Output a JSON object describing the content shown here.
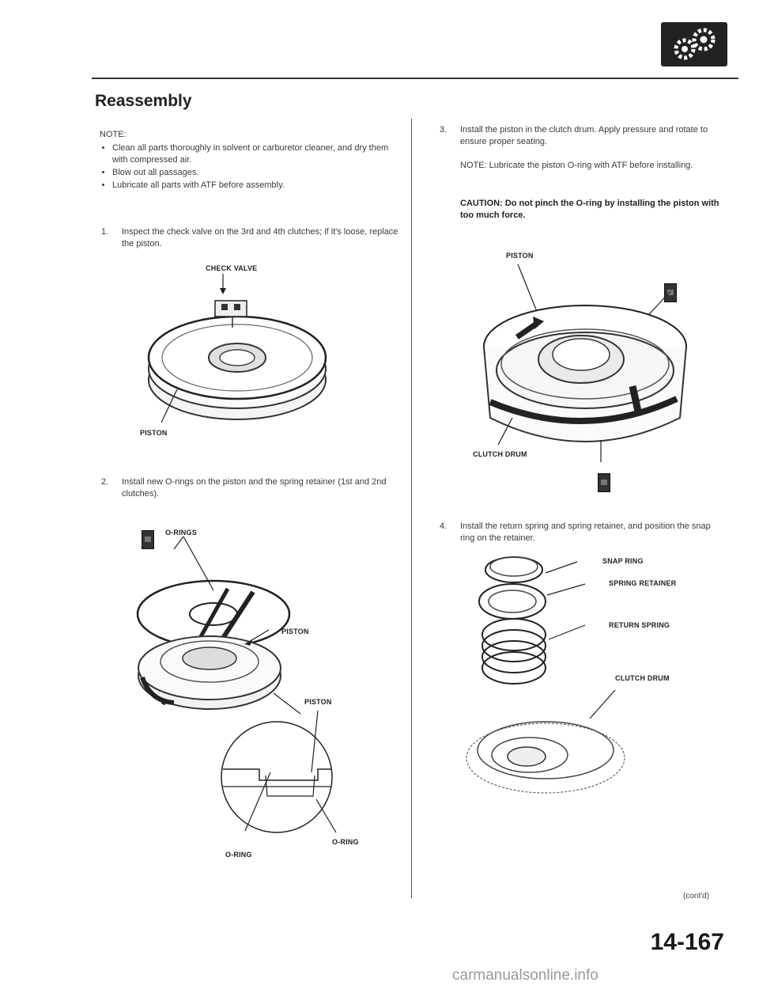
{
  "header": {
    "icon": "transmission-gears-icon",
    "title": "Reassembly"
  },
  "note": {
    "heading": "NOTE:",
    "bullets": [
      "Clean all parts thoroughly in solvent or carburetor cleaner, and dry them with compressed air.",
      "Blow out all passages.",
      "Lubricate all parts with ATF before assembly."
    ]
  },
  "steps": [
    {
      "num": "1.",
      "text": "Inspect the check valve on the 3rd and 4th clutches; if it's loose, replace the piston."
    },
    {
      "num": "2.",
      "text": "Install new O-rings on the piston and the spring retainer (1st and 2nd clutches)."
    },
    {
      "num": "3.",
      "text": "Install the piston in the clutch drum. Apply pressure and rotate to ensure proper seating.",
      "note": "NOTE: Lubricate the piston O-ring with ATF before installing.",
      "caution": "CAUTION: Do not pinch the O-ring by installing the piston with too much force."
    },
    {
      "num": "4.",
      "text": "Install the return spring and spring retainer, and position the snap ring on the retainer."
    }
  ],
  "figure1": {
    "check_valve": "CHECK VALVE",
    "piston": "PISTON"
  },
  "figure2": {
    "o_rings": "O-RINGS",
    "piston_a": "PISTON",
    "piston_b": "PISTON",
    "o_ring_a": "O-RING",
    "o_ring_b": "O-RING",
    "atf_icon": "atf-icon"
  },
  "figure3": {
    "piston": "PISTON",
    "clutch_drum": "CLUTCH DRUM",
    "atf_icon": "atf-icon"
  },
  "figure4": {
    "snap_ring": "SNAP RING",
    "spring_retainer": "SPRING RETAINER",
    "return_spring": "RETURN SPRING",
    "clutch_drum": "CLUTCH DRUM"
  },
  "footer": {
    "contd": "(cont'd)",
    "page_number": "14-167",
    "watermark": "carmanualsonline.info"
  }
}
